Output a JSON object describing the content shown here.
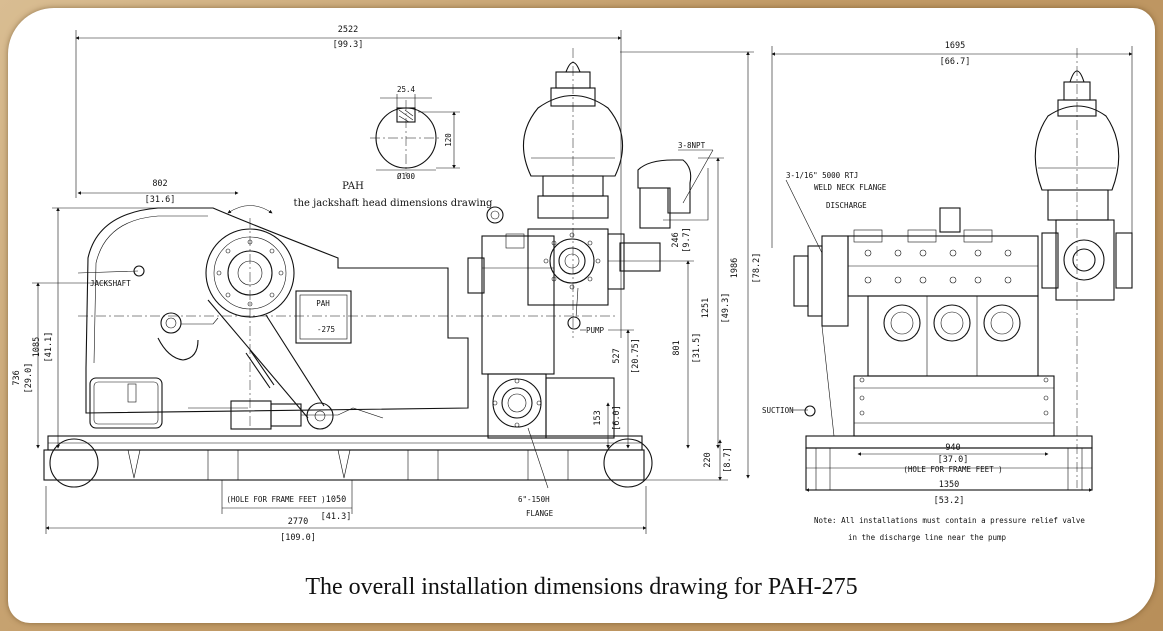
{
  "caption": "The overall installation dimensions drawing for PAH-275",
  "colors": {
    "frame": "#c19a66",
    "paper": "#ffffff",
    "ink": "#111111"
  },
  "side_view": {
    "overall_length": "2522",
    "overall_length_in": "[99.3]",
    "jackshaft_offset": "802",
    "jackshaft_offset_in": "[31.6]",
    "height_1085": "1085",
    "height_1085_in": "[41.1]",
    "height_736": "736",
    "height_736_in": "[29.0]",
    "frame_length": "2770",
    "frame_length_in": "[109.0]",
    "frame_holes": "1050",
    "frame_holes_in": "[41.3]",
    "hole_label": "(HOLE FOR FRAME FEET )",
    "overall_height": "1986",
    "overall_height_in": "[78.2]",
    "height_1251": "1251",
    "height_1251_in": "[49.3]",
    "height_801": "801",
    "height_801_in": "[31.5]",
    "height_527": "527",
    "height_527_in": "[20.75]",
    "height_153": "153",
    "height_153_in": "[6.0]",
    "base_height": "220",
    "base_height_in": "[8.7]",
    "dim_246": "246",
    "dim_246_in": "[9.7]",
    "jackshaft_label": "JACKSHAFT",
    "pump_label": "PUMP",
    "plate_line1": "PAH",
    "plate_line2": "-275",
    "npt_label": "3-8NPT",
    "flange_line1": "6\"-150H",
    "flange_line2": "FLANGE"
  },
  "jackshaft_detail": {
    "key_width": "25.4",
    "key_height": "120",
    "shaft_dia": "Ø100",
    "title_line1": "PAH",
    "title_line2": "the jackshaft head dimensions drawing"
  },
  "end_view": {
    "overall_width": "1695",
    "overall_width_in": "[66.7]",
    "discharge_size": "3-1/16\" 5000 RTJ",
    "discharge_sub": "WELD NECK FLANGE",
    "discharge_label": "DISCHARGE",
    "suction_label": "SUCTION",
    "feet_spacing": "940",
    "feet_spacing_in": "[37.0]",
    "hole_label": "(HOLE FOR FRAME FEET )",
    "base_width": "1350",
    "base_width_in": "[53.2]",
    "note_line1": "Note: All installations must contain a pressure relief valve",
    "note_line2": "in the discharge line near the pump"
  }
}
